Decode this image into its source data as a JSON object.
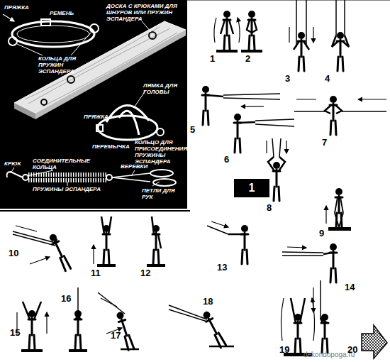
{
  "diagram": {
    "nodes": [
      {
        "text": [
          "1"
        ]
      }
    ],
    "labels": [
      "ПРЯЖКА",
      "РЕМЕНЬ",
      "КОЛЬЦА ДЛЯ ПРУЖИН ЭСПАНДЕРА",
      "ДОСКА С КРЮКАМИ ДЛЯ ШНУРОВ ИЛИ ПРУЖИН ЭСПАНДЕРА",
      "ЛЯМКА ДЛЯ ГОЛОВЫ",
      "ПРЯЖКА",
      "ПЕРЕМЫЧКА",
      "КОЛЬЦО ДЛЯ ПРИСОЕДИНЕНИЯ ПРУЖИНЫ ЭСПАНДЕРА",
      "КРЮК",
      "СОЕДИНИТЕЛЬНЫЕ КОЛЬЦА",
      "ВЕРЕВКИ",
      "ПРУЖИНЫ ЭСПАНДЕРА",
      "ПЕТЛИ ДЛЯ РУК",
      "1",
      "2",
      "3",
      "4",
      "5",
      "6",
      "7",
      "8",
      "9",
      "10",
      "11",
      "12",
      "13",
      "14",
      "15",
      "16",
      "17",
      "18",
      "19",
      "20",
      "dekondopoga.ru"
    ]
  }
}
